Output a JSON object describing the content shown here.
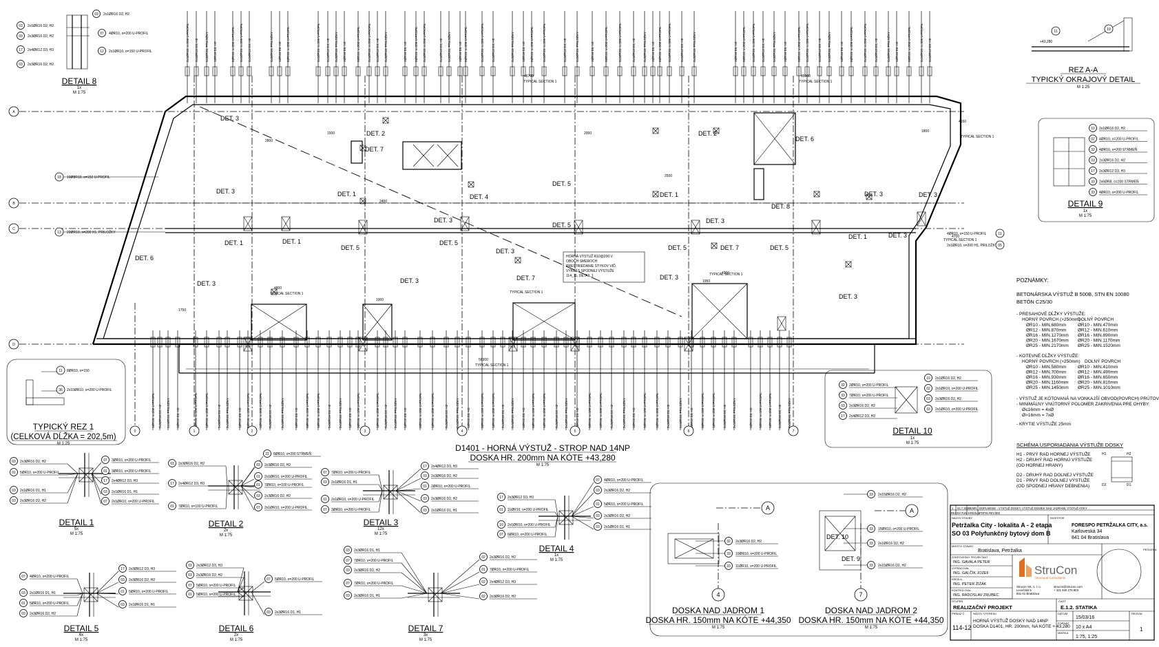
{
  "plan": {
    "title": "D1401 - HORNÁ VÝSTUŽ - STROP NAD 14NP",
    "subtitle": "DOSKA HR. 200mm NA KÓTE +43,280",
    "scale": "M 1:75",
    "axes_rows": [
      "A",
      "B",
      "C",
      "D"
    ],
    "axes_cols": [
      "1",
      "2",
      "3",
      "4",
      "5",
      "6",
      "7"
    ],
    "axis_zero": "0",
    "det_labels": [
      "DET. 3",
      "DET. 2",
      "DET. 7",
      "DET. 1",
      "DET. 4",
      "DET. 5",
      "DET. 6",
      "DET. 8"
    ],
    "section_label": "TYPICAL SECTION 1",
    "note_box": [
      "HORNÁ VÝSTUŽ R10@200 V",
      "OBOCH SMEROCH",
      "PRESTRIEDANIE STYKOV VIĎ.",
      "VÝKRES SPODNEJ VÝSTUŽE",
      "114_11, DETAIL 1"
    ],
    "dims": [
      "46700",
      "45000",
      "58300",
      "2000",
      "2500",
      "4300",
      "1500",
      "1900",
      "4800",
      "2400",
      "1800",
      "1750",
      "2800",
      "4650",
      "4700",
      "1950"
    ],
    "left_callouts": [
      {
        "n": "18",
        "t": "10Ø8R10, o=150 U-PROFIL"
      },
      {
        "n": "13",
        "t": "22ØR10, o=200 H1, PRILOŽKY"
      }
    ],
    "right_callouts": [
      {
        "n": "11",
        "t": "4ØR10, o=150 U-PROFIL"
      },
      {
        "n": "05",
        "t": "2x1ØR10, o=200 H1, PRILOŽKY"
      }
    ],
    "rebar_top": [
      "2x1ØR10, o=200 U-PROFIL",
      "2x1ØR12 D3, H3",
      "2x3ØR10, PRILOŽKY",
      "1ØR16 D2, H2",
      "6ØR10, o=200 U-PROFIL"
    ],
    "rebar_bottom": [
      "1ØR10, o=200 U-PROFIL",
      "2x3ØR16 D2, H2",
      "2x1ØR10, PRILOŽKY",
      "1ØR12 D3, H3",
      "3ØR10, o=150 U-PROFIL"
    ]
  },
  "detail8": {
    "title": "DETAIL 8",
    "count": "1x",
    "scale": "M 1:75",
    "items": [
      {
        "n": "03",
        "t": "2x1ØR16 D2, H2"
      },
      {
        "n": "03",
        "t": "2x3ØR16 D2, H2"
      },
      {
        "n": "07",
        "t": "4ØR10, o=200 U-PROFIL"
      },
      {
        "n": "17",
        "t": "2x4ØR12 D3, H3"
      },
      {
        "n": "12",
        "t": "2x1ØR10, o=150 U-PROFIL"
      },
      {
        "n": "03",
        "t": "2x3ØR16 D2, H2"
      },
      {
        "n": "03",
        "t": "2x1ØR16 D2, H2"
      }
    ]
  },
  "rez_aa": {
    "title": "REZ A-A",
    "subtitle": "TYPICKÝ OKRAJOVÝ DETAIL",
    "scale": "M 1:25",
    "items": [
      "11",
      "19",
      "+43,280"
    ]
  },
  "detail9": {
    "title": "DETAIL 9",
    "count": "1x",
    "scale": "M 1:75",
    "items": [
      {
        "n": "10",
        "t": "2x1ØR16 D2, H2"
      },
      {
        "n": "02",
        "t": "4ØR10, o=200 U-PROFIL"
      },
      {
        "n": "32",
        "t": "4ØR10, o=200 STRMEŇ"
      },
      {
        "n": "03",
        "t": "2x3ØR16 D2, H2"
      },
      {
        "n": "17",
        "t": "2x3ØR12 D3, H3"
      },
      {
        "n": "33",
        "t": "2x6ØR8, o=200 STRMEŇ"
      },
      {
        "n": "33",
        "t": "4ØR10, o=200 U-PROFIL"
      }
    ]
  },
  "typicky_rez": {
    "title": "TYPICKÝ REZ 1",
    "subtitle": "(CELKOVÁ DĹŽKA = 202,5m)",
    "scale": "M 1:25",
    "items": [
      {
        "n": "11",
        "t": "8ØR10, o=150"
      },
      {
        "n": "36",
        "t": "2x10ØR10, o=200 U-PROFIL"
      }
    ]
  },
  "detail10": {
    "title": "DETAIL 10",
    "count": "1x",
    "scale": "M 1:75",
    "items": [
      {
        "n": "32",
        "t": "2ØR10, o=200 U-PROFIL"
      },
      {
        "n": "33",
        "t": "7ØR10, o=200 U-PROFIL"
      },
      {
        "n": "03",
        "t": "2x3ØR16 D2, H2"
      },
      {
        "n": "17",
        "t": "2x4ØR12 D3, H3"
      },
      {
        "n": "10",
        "t": "2x1ØR16 D2, H2"
      },
      {
        "n": "02",
        "t": "2x1ØR10, o=200 U-PROFIL"
      },
      {
        "n": "03",
        "t": "2x3ØR16 D2, H2"
      },
      {
        "n": "33",
        "t": "2x1ØR10, o=200 U-PROFIL"
      }
    ]
  },
  "notes": {
    "heading": "POZNÁMKY:",
    "lines": [
      "BETONÁRSKA VÝSTUŽ B 500B, STN EN 10080",
      "BETÓN C25/30"
    ],
    "overlap_head": "- PRESAHOVÉ DĹŽKY VÝSTUŽE:",
    "overlap_cols": [
      "HORNÝ POVRCH (>250mm)",
      "DOLNÝ POVRCH"
    ],
    "overlap_rows": [
      [
        "ØR10 - MIN.680mm",
        "ØR10 - MIN.470mm"
      ],
      [
        "ØR12 - MIN.870mm",
        "ØR12 - MIN.610mm"
      ],
      [
        "ØR16 - MIN.1270mm",
        "ØR16 - MIN.890mm"
      ],
      [
        "ØR20 - MIN.1670mm",
        "ØR20 - MIN.1170mm"
      ],
      [
        "ØR25 - MIN.2170mm",
        "ØR25 - MIN.1520mm"
      ]
    ],
    "anchor_head": "- KOTEVNÉ DĹŽKY VÝSTUŽE:",
    "anchor_cols": [
      "HORNÝ POVRCH (>250mm)",
      "DOLNÝ POVRCH"
    ],
    "anchor_rows": [
      [
        "ØR10 - MIN.580mm",
        "ØR10 - MIN.410mm"
      ],
      [
        "ØR12 - MIN.700mm",
        "ØR12 - MIN.490mm"
      ],
      [
        "ØR16 - MIN.930mm",
        "ØR16 - MIN.650mm"
      ],
      [
        "ØR20 - MIN.1160mm",
        "ØR20 - MIN.810mm"
      ],
      [
        "ØR25 - MIN.1450mm",
        "ØR25 - MIN.1010mm"
      ]
    ],
    "extra": [
      "- VÝSTUŽ JE KÓTOVANÁ NA VONKAJŠÍ OBVOD(POVRCH) PRÚTOV",
      "- MINIMÁLNY VNÚTORNÝ POLOMER ZAKRIVENIA PRE OHYBY:",
      "Ø≤16mm = 4xØ",
      "Ø>16mm = 7xØ",
      "- KRYTIE VÝSTUŽE 25mm"
    ]
  },
  "schema": {
    "title": "SCHÉMA USPORIADANIA VÝSTUŽE DOSKY",
    "lines": [
      "H1 - PRVÝ RAD HORNEJ VÝSTUŽE",
      "H2 - DRUHÝ RAD HORNÚ VÝSTUŽE",
      "(OD HORNEJ HRANY)",
      "D2 - DRUHÝ RAD DOLNEJ VÝSTUŽE",
      "D1 - PRVÝ RAD DOLNEJ VÝSTUŽE",
      "(OD SPODNEJ HRANY DEBNENIA)"
    ],
    "marks": [
      "H1",
      "H2",
      "D2",
      "D1"
    ]
  },
  "details_bottom": [
    {
      "id": "d1",
      "title": "DETAIL 1",
      "count": "5x",
      "scale": "M 1:75",
      "items": [
        {
          "n": "03",
          "t": "2x3ØR16 D2, H2"
        },
        {
          "n": "01",
          "t": "5ØR10, o=200 U-PROFIL"
        },
        {
          "n": "03",
          "t": "2x1ØR16 D1, H1"
        },
        {
          "n": "03",
          "t": "2x3ØR16 D2, H2"
        },
        {
          "n": "07",
          "t": "3ØR10, o=200 U-PROFIL"
        },
        {
          "n": "01",
          "t": "3ØR10, o=200 U-PROFIL"
        },
        {
          "n": "17",
          "t": "2x4ØR12 D3, H3"
        },
        {
          "n": "03",
          "t": "2x1ØR16 D1, H1"
        },
        {
          "n": "07",
          "t": "2x1ØR10, o=200 U-PROFIL"
        }
      ]
    },
    {
      "id": "d2",
      "title": "DETAIL 2",
      "count": "2x",
      "scale": "M 1:75",
      "items": [
        {
          "n": "03",
          "t": "2x3ØR16 D2, H2"
        },
        {
          "n": "17",
          "t": "2x4ØR12 D3, H3"
        },
        {
          "n": "01",
          "t": "7ØR10, o=100 U-PROFIL"
        },
        {
          "n": "22",
          "t": "8ØR10, o=200 STRMEŇ"
        },
        {
          "n": "03",
          "t": "2x3ØR16 D2, H2"
        },
        {
          "n": "01",
          "t": "2x1ØR10, o=200 U-PROFIL"
        },
        {
          "n": "01",
          "t": "7ØR10, o=100 U-PROFIL"
        },
        {
          "n": "03",
          "t": "2x3ØR16 D2, H2"
        },
        {
          "n": "07",
          "t": "2x1ØR10, o=200 U-PROFIL"
        }
      ]
    },
    {
      "id": "d3",
      "title": "DETAIL 3",
      "count": "12x",
      "scale": "M 1:75",
      "items": [
        {
          "n": "07",
          "t": "7ØR10, o=200 U-PROFIL"
        },
        {
          "n": "03",
          "t": "2x1ØR16 D1, H1"
        },
        {
          "n": "01",
          "t": "2x1ØR10, o=200 U-PROFIL"
        },
        {
          "n": "07",
          "t": "3ØR10, o=200 U-PROFIL"
        },
        {
          "n": "17",
          "t": "2x4ØR12 D3, H3"
        },
        {
          "n": "03",
          "t": "2x3ØR16 D2, H2"
        },
        {
          "n": "01",
          "t": "2ØR10, o=200 U-PROFIL"
        },
        {
          "n": "03",
          "t": "2x3ØR16 D2, H2"
        },
        {
          "n": "03",
          "t": "2x1ØR16 D1, H1"
        }
      ]
    },
    {
      "id": "d4",
      "title": "DETAIL 4",
      "count": "1x",
      "scale": "M 1:75",
      "items": [
        {
          "n": "17",
          "t": "2x3ØR12 D3, H3"
        },
        {
          "n": "01",
          "t": "11ØR10, o=200 U-PROFIL"
        },
        {
          "n": "10",
          "t": "2x1ØR10, o=200 U-PROFIL"
        },
        {
          "n": "07",
          "t": "6ØR10, o=200 U-PROFIL"
        },
        {
          "n": "07",
          "t": "4ØR10, o=200 U-PROFIL"
        },
        {
          "n": "03",
          "t": "2x3ØR16 D2, H2"
        },
        {
          "n": "01",
          "t": "5ØR10, o=200 U-PROFIL"
        },
        {
          "n": "03",
          "t": "2x3ØR16 D2, H2"
        },
        {
          "n": "03",
          "t": "2x1ØR16 D1, H1"
        }
      ]
    },
    {
      "id": "d5",
      "title": "DETAIL 5",
      "count": "6x",
      "scale": "M 1:75",
      "items": [
        {
          "n": "07",
          "t": "4ØR10, o=200 U-PROFIL"
        },
        {
          "n": "03",
          "t": "2x1ØR16 D1, H1"
        },
        {
          "n": "01",
          "t": "5ØR10, o=200 U-PROFIL"
        },
        {
          "n": "03",
          "t": "2x3ØR16 D2, H2"
        },
        {
          "n": "17",
          "t": "2x3ØR12 D3, H3"
        },
        {
          "n": "03",
          "t": "2x3ØR16 D2, H2"
        },
        {
          "n": "01",
          "t": "5ØR10, o=200 U-PROFIL"
        },
        {
          "n": "03",
          "t": "2x1ØR16 D1, H1"
        }
      ]
    },
    {
      "id": "d6",
      "title": "DETAIL 6",
      "count": "2x",
      "scale": "M 1:75",
      "items": [
        {
          "n": "03",
          "t": "2x3ØR12 D3, H3"
        },
        {
          "n": "03",
          "t": "2x3ØR16 D2, H2"
        },
        {
          "n": "07",
          "t": "5ØR10, o=200 U-PROFIL"
        },
        {
          "n": "01",
          "t": "5ØR10, o=200 U-PROFIL"
        },
        {
          "n": "07",
          "t": "5ØR10, o=200 U-PROFIL"
        },
        {
          "n": "03",
          "t": "2x3ØR16 D1, H1"
        }
      ]
    },
    {
      "id": "d7",
      "title": "DETAIL 7",
      "count": "3x",
      "scale": "M 1:75",
      "items": [
        {
          "n": "03",
          "t": "2x3ØR16 D1, H1"
        },
        {
          "n": "07",
          "t": "7ØR10, o=200 U-PROFIL"
        },
        {
          "n": "03",
          "t": "2x3ØR16 D2, H2"
        },
        {
          "n": "07",
          "t": "7ØR10, o=200 U-PROFIL"
        },
        {
          "n": "03",
          "t": "2x3ØR16 D1, H1"
        },
        {
          "n": "02",
          "t": "2x3ØR16 D2, H2"
        },
        {
          "n": "01",
          "t": "7ØR10, o=200 U-PROFIL"
        },
        {
          "n": "02",
          "t": "2x4ØR12 D3, H3"
        },
        {
          "n": "02",
          "t": "2x3ØR16 D2, H2"
        }
      ]
    }
  ],
  "jadro1": {
    "title": "DOSKA NAD JADROM 1",
    "subtitle": "DOSKA HR. 150mm NA KÓTE +44,350",
    "scale": "M 1:75",
    "axis_a": "A",
    "axis_n": "4",
    "items": [
      {
        "n": "32",
        "t": "2x3ØR16 D2, H2"
      },
      {
        "n": "33",
        "t": "10ØR10, o=200 U-PROFIL"
      },
      {
        "n": "33",
        "t": "11ØR10, o=200 U-PROFIL"
      }
    ]
  },
  "jadro2": {
    "title": "DOSKA NAD JADROM 2",
    "subtitle": "DOSKA HR. 150mm NA KÓTE +44,350",
    "scale": "M 1:75",
    "axis_a": "A",
    "axis_n": "7",
    "det": [
      "DET. 10",
      "DET. 9"
    ],
    "items": [
      {
        "n": "33",
        "t": "2x15ØR16 D2, H2"
      },
      {
        "n": "33",
        "t": "15ØR10, o=200 U-PROFIL"
      },
      {
        "n": "33",
        "t": "2x1ØR16 D2, H2"
      },
      {
        "n": "33",
        "t": "2x15ØR16 D2, H2"
      }
    ]
  },
  "titleblock": {
    "rev_row": [
      "1",
      "02.7.2017",
      "SEMR.",
      "DOPLNENIE - VÝSTUŽ DOSKY, VÝSTUŽ DOSIEK NAD JADRAMI, VÝSTUŽ ATIKY"
    ],
    "rev_head": [
      "REV.",
      "DÁTUM",
      "KRESLIL",
      "POPIS REVÍZIE"
    ],
    "stavba_lbl": "NÁZOV STAVBY",
    "stavba": [
      "Petržalka City - lokalita A - 2 etapa",
      "SO 03 Polyfunkčný bytový dom B"
    ],
    "investor_lbl": "INVESTOR",
    "investor": [
      "FORESPO PETRŽALKA CITY, a.s.",
      "Karloveská 34",
      "841 04 Bratislava"
    ],
    "misto_lbl": "MIESTO STAVBY",
    "misto": "Bratislava, Petržalka",
    "roles": [
      {
        "l": "ZODPOVEDNÝ PROJEKTANT",
        "v": "ING. GAVALA PETER"
      },
      {
        "l": "VYPRACOVAL",
        "v": "ING. GALČÍK JOZEF"
      },
      {
        "l": "KRESLIL",
        "v": "ING. PETER ŽIŽÁK"
      },
      {
        "l": "KONTROLOVAL",
        "v": "ING. RADOSLAV ZRUBEC"
      }
    ],
    "company": "StruCon",
    "company_sub": "Structural Consultants",
    "company_addr": [
      "Strucon SK, s. r. o.",
      "Levočská 5",
      "831 01 Bratislava"
    ],
    "company_contact": [
      "strucon@strucon.com",
      "+ 421 940 275 803"
    ],
    "peciatka": "PEČIATKA",
    "stupen_lbl": "STUPEŇ",
    "stupen": "REALIZAČNÝ PROJEKT",
    "cast_lbl": "ČASŤ",
    "cast": "E.1.2. STATIKA",
    "vykres_lbl": "PRÍKAZ Č.",
    "vykres_no": "114-12",
    "nazov_lbl": "NÁZOV VÝKRESU",
    "nazov": [
      "HORNÁ VÝSTUŽ DOSKY NAD 14NP",
      "DOSKA D1401, HR. 200mm, NA KÓTE + 43,280"
    ],
    "datum_lbl": "DÁTUM",
    "datum": "15/03/16",
    "format_lbl": "FORMÁT",
    "format": "10 x A4",
    "mierka_lbl": "MIERKA",
    "mierka": "1:75, 1:25",
    "revizia_lbl": "REVÍZIA",
    "revizia": "1"
  }
}
